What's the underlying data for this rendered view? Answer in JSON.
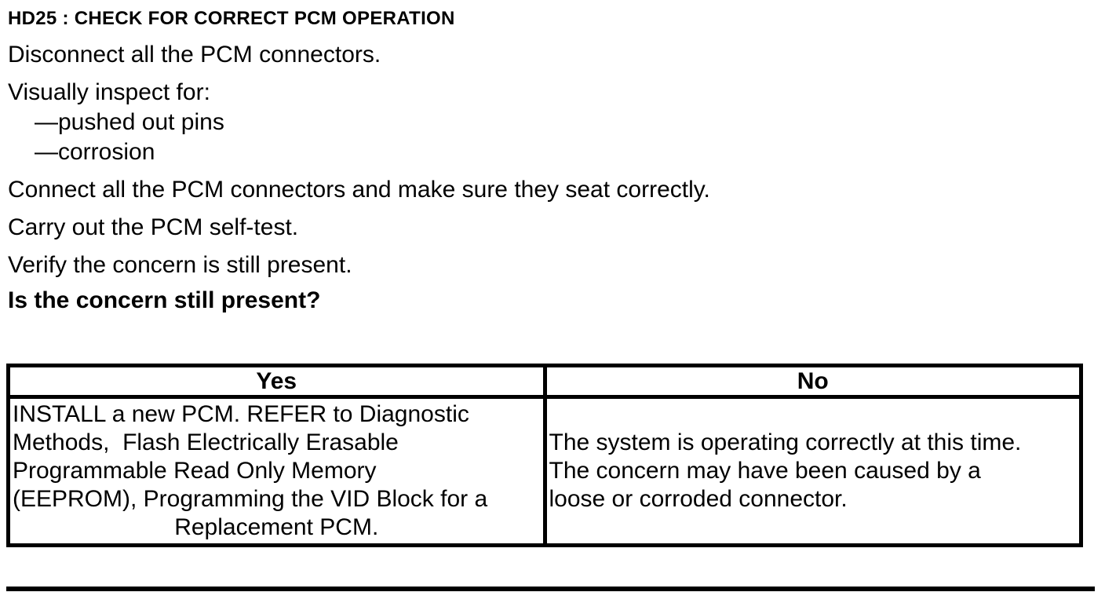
{
  "doc": {
    "title": "HD25 : CHECK FOR CORRECT PCM OPERATION",
    "steps": [
      "Disconnect all the PCM connectors.",
      "Visually inspect for:",
      "—pushed out pins",
      "—corrosion",
      "Connect all the PCM connectors and make sure they seat correctly.",
      "Carry out the PCM self-test.",
      "Verify the concern is still present."
    ],
    "question": "Is the concern still present?"
  },
  "table": {
    "yes": {
      "header": "Yes",
      "lines": [
        "INSTALL a new PCM. REFER to Diagnostic",
        "Methods,  Flash Electrically Erasable",
        "Programmable Read Only Memory",
        "(EEPROM), Programming the VID Block for a",
        "Replacement PCM."
      ]
    },
    "no": {
      "header": "No",
      "lines": [
        "The system is operating correctly at this time.",
        "The concern may have been caused by a",
        "loose or corroded connector."
      ]
    }
  }
}
